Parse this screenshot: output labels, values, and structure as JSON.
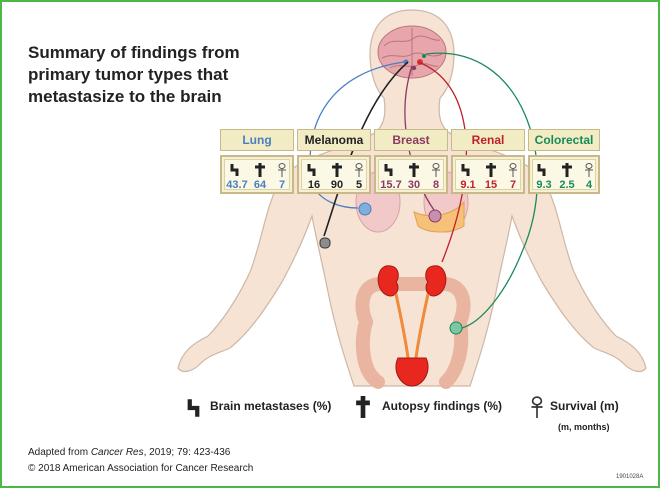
{
  "title": "Summary of findings from primary tumor types that metastasize to the brain",
  "tumor_types": [
    {
      "name": "Lung",
      "color": "#4a7fc1",
      "brain_metastases": "43.7",
      "autopsy": "64",
      "survival": "7"
    },
    {
      "name": "Melanoma",
      "color": "#222222",
      "brain_metastases": "16",
      "autopsy": "90",
      "survival": "5"
    },
    {
      "name": "Breast",
      "color": "#8b3a62",
      "brain_metastases": "15.7",
      "autopsy": "30",
      "survival": "8"
    },
    {
      "name": "Renal",
      "color": "#c0202e",
      "brain_metastases": "9.1",
      "autopsy": "15",
      "survival": "7"
    },
    {
      "name": "Colorectal",
      "color": "#1a8a5a",
      "brain_metastases": "9.3",
      "autopsy": "2.5",
      "survival": "4"
    }
  ],
  "legend": {
    "brain_metastases": "Brain metastases (%)",
    "autopsy": "Autopsy findings (%)",
    "survival": "Survival (m)",
    "survival_note": "(m, months)",
    "icons": {
      "brain_metastases": "brain-metastases-icon",
      "autopsy": "cross-icon",
      "survival": "ankh-icon"
    }
  },
  "footer": {
    "source_prefix": "Adapted from ",
    "source_journal": "Cancer Res",
    "source_suffix": ", 2019; 79: 423-436",
    "copyright": "© 2018 American Association for Cancer Research",
    "figure_code": "1901028A"
  },
  "colors": {
    "border": "#4db848",
    "skin": "#f6e3d3",
    "box_fill": "#f6f1d3",
    "box_border": "#c9b98a"
  }
}
